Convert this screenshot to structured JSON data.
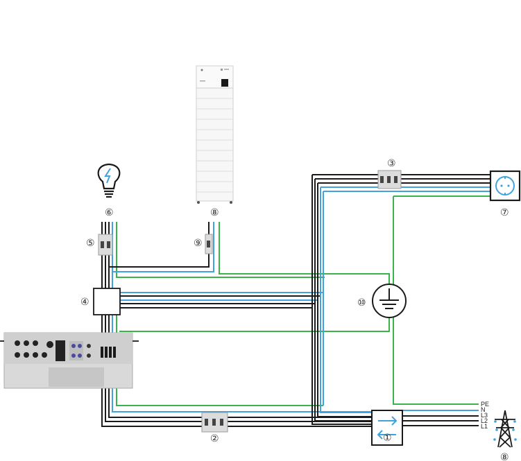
{
  "colors": {
    "phase": "#1a1a1a",
    "neutral": "#3fa3dd",
    "earth": "#39b34a",
    "device_fill": "#f2f2f2",
    "device_stroke": "#9a9a9a",
    "battery_fill": "#f7f7f7",
    "inverter_fill": "#d9d9d9",
    "breaker_fill": "#dcdcdc"
  },
  "markers": {
    "grid_meter": "①",
    "load_breaker": "②",
    "socket_breaker": "③",
    "junction_box": "④",
    "lamp_breaker": "⑤",
    "lamp": "⑥",
    "socket": "⑦",
    "battery": "⑧",
    "battery_breaker": "⑨",
    "earth": "⑩",
    "grid_tower": "⑧"
  },
  "bus_labels": [
    "PE",
    "N",
    "L3",
    "L2",
    "L1"
  ],
  "icons": {
    "lamp": "lightbulb-bolt-icon",
    "socket": "schuko-socket-icon",
    "earth": "ground-symbol-icon",
    "meter": "bidirectional-arrows-icon",
    "tower": "power-pylon-icon"
  }
}
